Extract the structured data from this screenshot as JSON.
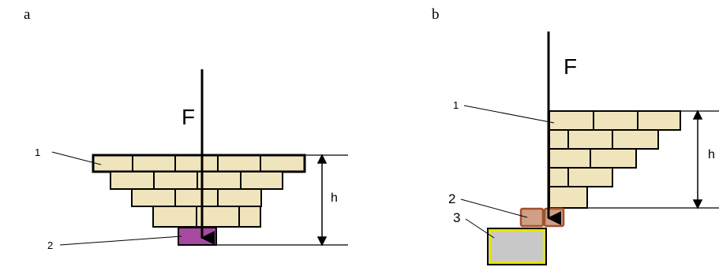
{
  "panel_a": {
    "label": "a",
    "force_label": "F",
    "height_label": "h",
    "callouts": [
      "1",
      "2"
    ],
    "colors": {
      "brick": "#efe4bc",
      "support": "#a54aa0",
      "line": "#000000"
    }
  },
  "panel_b": {
    "label": "b",
    "force_label": "F",
    "height_label": "h",
    "callouts": [
      "1",
      "2",
      "3"
    ],
    "colors": {
      "brick": "#efe4bc",
      "support_brick": "#cf9f86",
      "support_border": "#a0522d",
      "block": "#c8c8c8",
      "block_border": "#e6e600",
      "line": "#000000"
    }
  }
}
